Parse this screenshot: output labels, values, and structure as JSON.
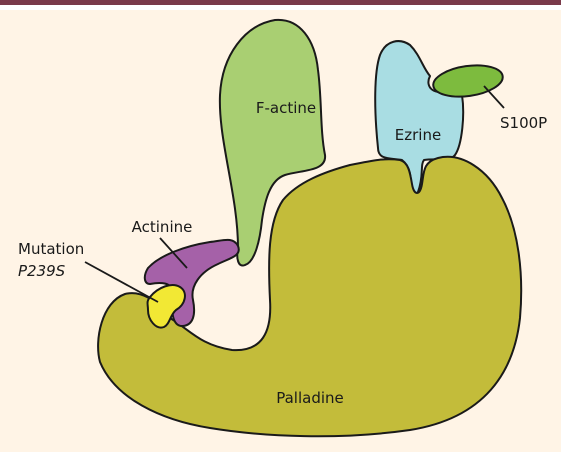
{
  "labels": {
    "f_actine": "F-actine",
    "ezrine": "Ezrine",
    "s100p": "S100P",
    "actinine": "Actinine",
    "mutation": "Mutation",
    "mutation_name": "P239S",
    "palladine": "Palladine"
  },
  "colors": {
    "top_bar": "#7a3a4a",
    "background": "#fff4e6",
    "f_actine": "#a9cf72",
    "ezrine": "#a9dde3",
    "s100p": "#7dbb3e",
    "actinine": "#a561a8",
    "mutation": "#f2e834",
    "palladine": "#c3bc3a"
  }
}
